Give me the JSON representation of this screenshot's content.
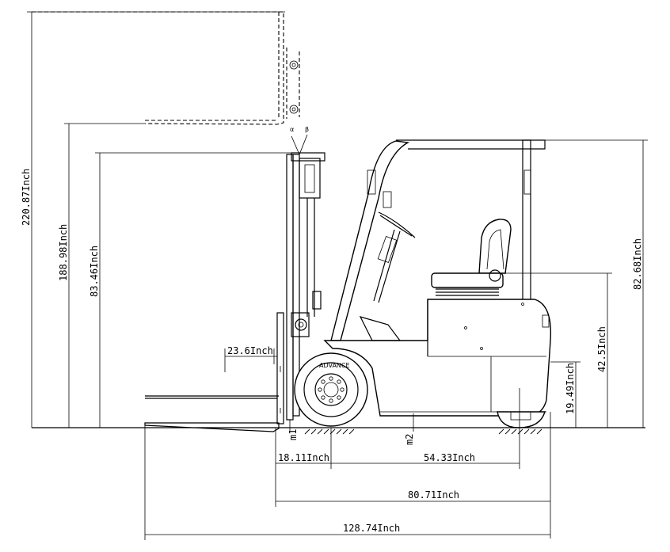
{
  "dimensions": {
    "overall_height_raised": "220.87Inch",
    "fork_raised_height": "188.98Inch",
    "mast_lowered_height": "83.46Inch",
    "overhead_guard_height": "82.68Inch",
    "seat_height": "42.5Inch",
    "hitch_height": "19.49Inch",
    "load_center": "23.6Inch",
    "front_overhang": "18.11Inch",
    "wheelbase": "54.33Inch",
    "length_to_fork_face": "80.71Inch",
    "overall_length": "128.74Inch"
  },
  "clearance_labels": {
    "mast_clearance": "m1",
    "wheelbase_clearance": "m2"
  },
  "tilt_labels": {
    "forward": "α",
    "backward": "β"
  },
  "tire_text": "ADVANCE"
}
